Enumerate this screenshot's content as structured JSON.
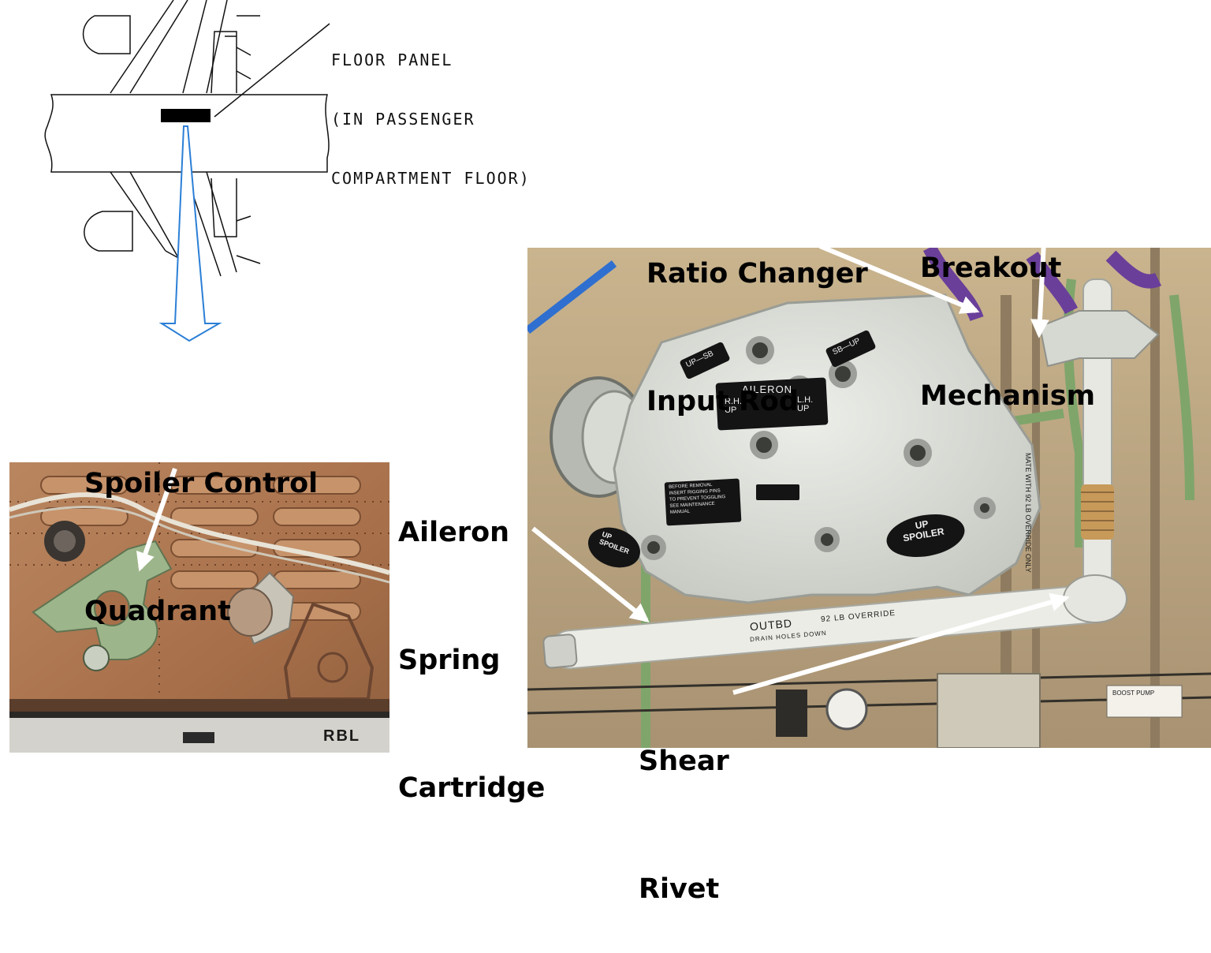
{
  "schematic": {
    "callout_line1": "FLOOR PANEL",
    "callout_line2": "(IN PASSENGER",
    "callout_line3": "COMPARTMENT FLOOR)"
  },
  "labels": {
    "spoiler_quadrant_line1": "Spoiler Control",
    "spoiler_quadrant_line2": "Quadrant",
    "aileron_cartridge_line1": "Aileron",
    "aileron_cartridge_line2": "Spring",
    "aileron_cartridge_line3": "Cartridge",
    "ratio_changer_line1": "Ratio Changer",
    "ratio_changer_line2": "Input Rod",
    "breakout_line1": "Breakout",
    "breakout_line2": "Mechanism",
    "shear_rivet_line1": "Shear",
    "shear_rivet_line2": "Rivet"
  },
  "photo_left": {
    "floor_marking": "RBL"
  },
  "photo_right": {
    "plate_aileron": "AILERON",
    "plate_rh_up": "R.H.\nUP",
    "plate_lh_up": "L.H.\nUP",
    "plate_up_sb_left": "UP—SB",
    "plate_sb_up_right": "SB—UP",
    "plate_up_spoiler_left": "UP\nSPOILER",
    "plate_up_spoiler_right": "UP\nSPOILER",
    "plate_before_removal": "BEFORE REMOVAL\nINSERT RIGGING PINS\nTO PREVENT TOGGLING\nSEE MAINTENANCE\nMANUAL",
    "cartridge_stencil_main": "OUTBD",
    "cartridge_stencil_override": "92 LB OVERRIDE",
    "cartridge_stencil_drain": "DRAIN HOLES DOWN",
    "rod_stencil_vertical": "MATE WITH 92 LB OVERRIDE ONLY",
    "boost_pump_tag": "BOOST PUMP"
  },
  "colors": {
    "accent_arrow": "#2b7fd6",
    "callout_arrow": "#ffffff",
    "photo_left_panel": "#b07a4e",
    "photo_right_housing": "#d9dcd6",
    "quadrant_green": "#9db58a"
  }
}
